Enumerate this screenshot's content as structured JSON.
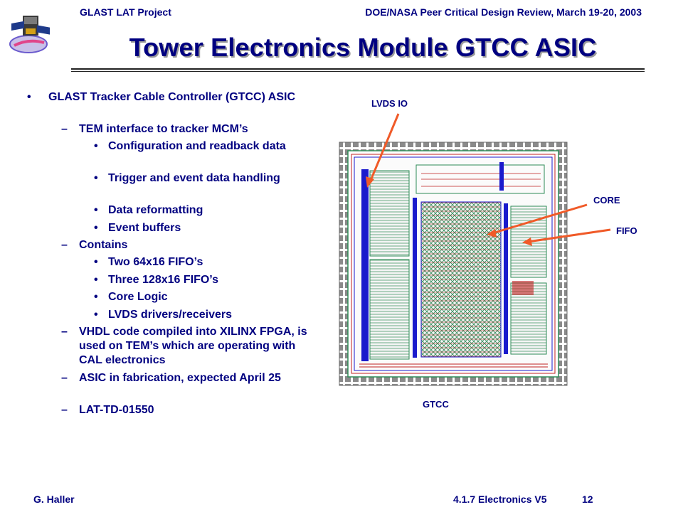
{
  "header": {
    "left": "GLAST LAT Project",
    "right": "DOE/NASA Peer Critical Design Review, March 19-20, 2003"
  },
  "title": "Tower Electronics Module GTCC ASIC",
  "bullets": {
    "b1": "GLAST Tracker Cable Controller (GTCC) ASIC",
    "d1": "TEM interface to tracker MCM’s",
    "d1_items": [
      "Configuration and readback data",
      "Trigger and event data handling",
      "Data reformatting",
      "Event buffers"
    ],
    "d2": "Contains",
    "d2_items": [
      "Two 64x16 FIFO’s",
      "Three 128x16 FIFO’s",
      "Core Logic",
      "LVDS drivers/receivers"
    ],
    "d3": "VHDL code compiled into XILINX FPGA, is used on TEM’s which are operating with CAL electronics",
    "d4": "ASIC in fabrication, expected April 25",
    "d5": "LAT-TD-01550"
  },
  "markers": {
    "bullet": "•",
    "dash": "–"
  },
  "figure": {
    "label_lvds": "LVDS IO",
    "label_core": "CORE",
    "label_fifo": "FIFO",
    "label_gtcc": "GTCC",
    "arrow_color": "#f05a28",
    "chip_colors": {
      "ring": "#8a8a8a",
      "blue": "#1a1acc",
      "logic": "#2e8b57"
    }
  },
  "footer": {
    "author": "G. Haller",
    "section": "4.1.7 Electronics  V5",
    "page": "12"
  }
}
